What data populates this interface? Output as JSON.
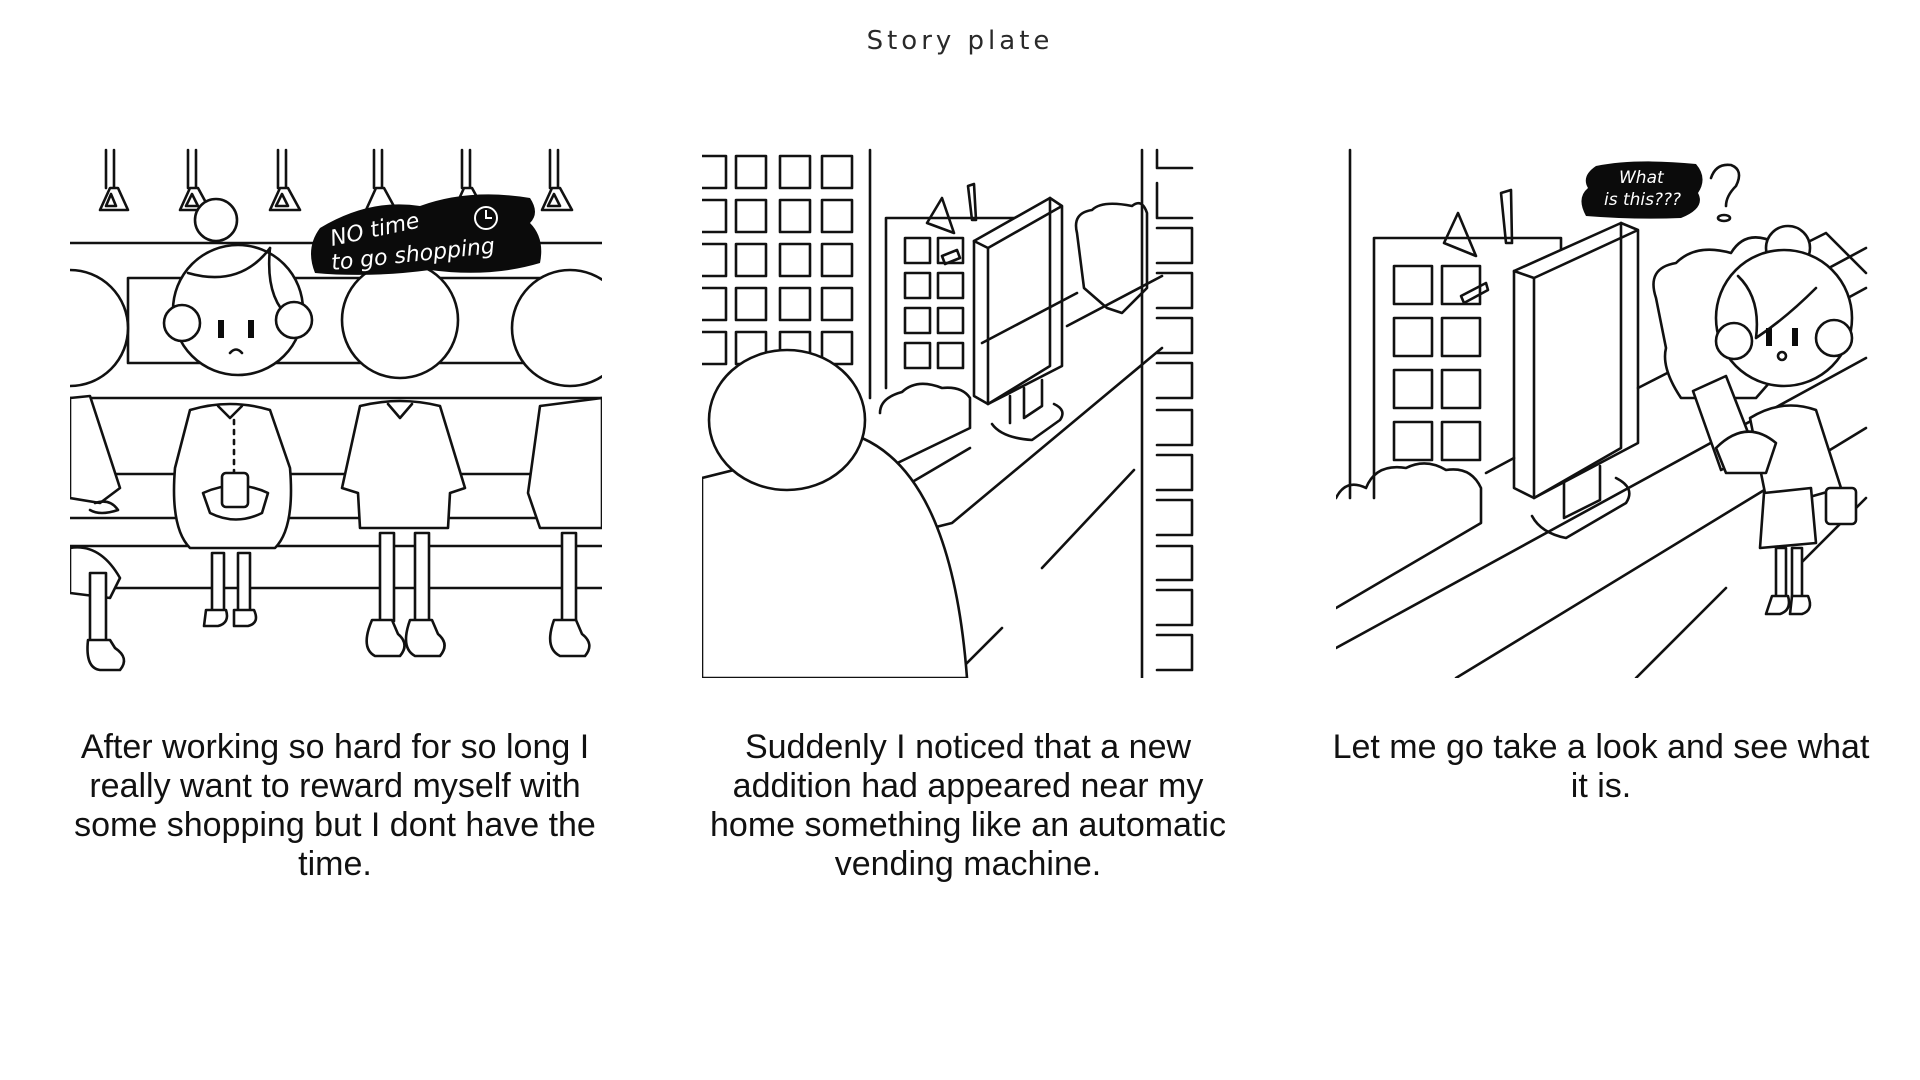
{
  "page": {
    "title": "Story plate"
  },
  "panels": [
    {
      "id": "panel-1",
      "scene": "subway-commute",
      "speech": {
        "line1": "NO time",
        "line2": "to go shopping",
        "icon": "clock-icon"
      },
      "caption": "After working so hard for so long I really want to reward myself with some shopping but I dont have the time."
    },
    {
      "id": "panel-2",
      "scene": "street-vending-machine-discovery",
      "caption": "Suddenly I noticed that a new addition had appeared near my home something like an automatic vending machine."
    },
    {
      "id": "panel-3",
      "scene": "approaching-vending-machine",
      "speech": {
        "line1": "What",
        "line2": "is this???",
        "icon": "question-mark-icon"
      },
      "caption": "Let me go take a look and see what it is."
    }
  ],
  "colors": {
    "background": "#ffffff",
    "line": "#111111",
    "speech_bg": "#0b0b0b",
    "speech_text": "#ffffff"
  }
}
